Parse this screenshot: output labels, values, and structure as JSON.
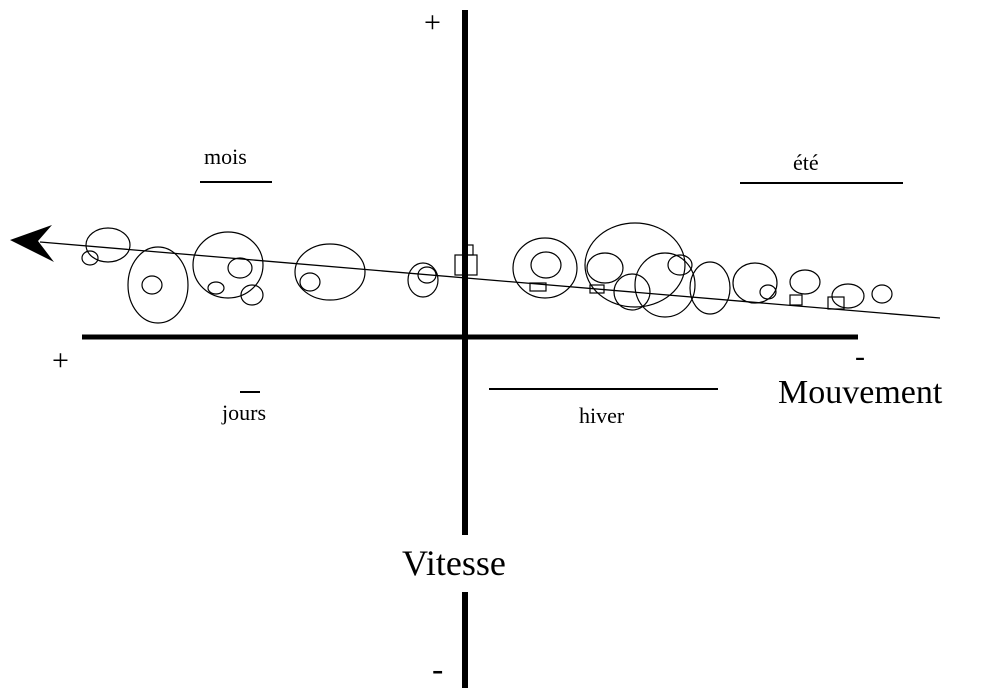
{
  "diagram": {
    "x_axis_label": "Mouvement",
    "y_axis_label": "Vitesse",
    "x_plus": "+",
    "x_minus": "-",
    "y_plus": "+",
    "y_minus": "-",
    "quadrants": {
      "top_left": "mois",
      "top_right": "été",
      "bottom_left": "jours",
      "bottom_right": "hiver"
    }
  }
}
